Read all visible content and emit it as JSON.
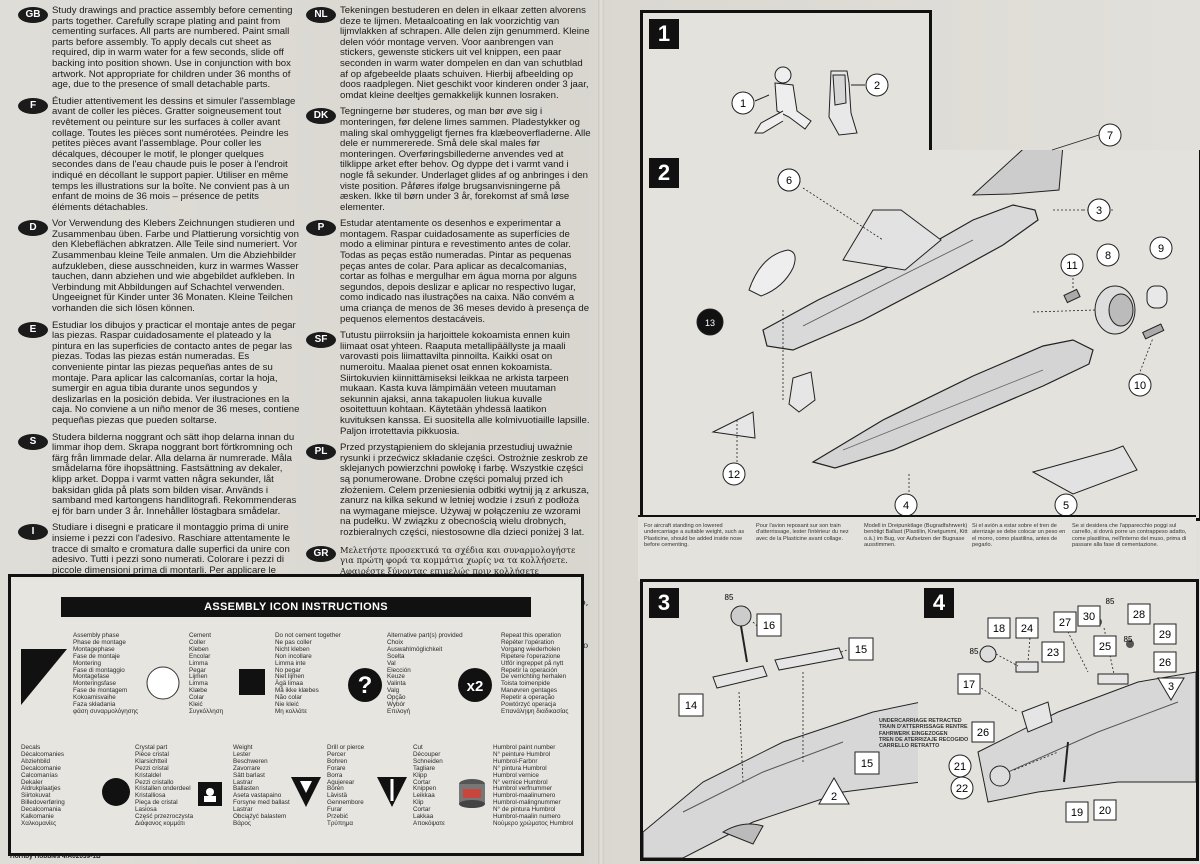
{
  "languages_left": [
    {
      "code": "GB",
      "text": "Study drawings and practice assembly before cementing parts together. Carefully scrape plating and paint from cementing surfaces. All parts are numbered. Paint small parts before assembly. To apply decals cut sheet as required, dip in warm water for a few seconds, slide off backing into position shown. Use in conjunction with box artwork. Not appropriate for children under 36 months of age, due to the presence of small detachable parts."
    },
    {
      "code": "F",
      "text": "Étudier attentivement les dessins et simuler l'assemblage avant de coller les pièces. Gratter soigneusement tout revêtement ou peinture sur les surfaces à coller avant collage. Toutes les pièces sont numérotées. Peindre les petites pièces avant l'assemblage. Pour coller les décalques, découper le motif, le plonger quelques secondes dans de l'eau chaude puis le poser à l'endroit indiqué en décollant le support papier. Utiliser en même temps les illustrations sur la boîte. Ne convient pas à un enfant de moins de 36 mois – présence de petits éléments détachables."
    },
    {
      "code": "D",
      "text": "Vor Verwendung des Klebers Zeichnungen studieren und Zusammenbau üben. Farbe und Plattierung vorsichtig von den Klebeflächen abkratzen. Alle Teile sind numeriert. Vor Zusammenbau kleine Teile anmalen. Um die Abziehbilder aufzukleben, diese ausschneiden, kurz in warmes Wasser tauchen, dann abziehen und wie abgebildet aufkleben. In Verbindung mit Abbildungen auf Schachtel verwenden. Ungeeignet für Kinder unter 36 Monaten. Kleine Teilchen vorhanden die sich lösen können."
    },
    {
      "code": "E",
      "text": "Estudiar los dibujos y practicar el montaje antes de pegar las piezas. Raspar cuidadosamente el plateado y la pintura en las superficies de contacto antes de pegar las piezas. Todas las piezas están numeradas. Es conveniente pintar las piezas pequeñas antes de su montaje. Para aplicar las calcomanías, cortar la hoja, sumergir en agua tibia durante unos segundos y deslizarlas en la posición debida. Ver ilustraciones en la caja. No conviene a un niño menor de 36 meses, contiene pequeñas piezas que pueden soltarse."
    },
    {
      "code": "S",
      "text": "Studera bilderna noggrant och sätt ihop delarna innan du limmar ihop dem. Skrapa noggrant bort förtkromning och färg från limmade delar. Alla delarna är numrerade. Måla smådelarna före ihopsättning. Fastsättning av dekaler, klipp arket. Doppa i varmt vatten några sekunder, låt baksidan glida på plats som bilden visar. Används i samband med kartongens handlitografi. Rekommenderas ej för barn under 3 år. Innehåller löstagbara smådelar."
    },
    {
      "code": "I",
      "text": "Studiare i disegni e praticare il montaggio prima di unire insieme i pezzi con l'adesivo. Raschiare attentamente le tracce di smalto e cromatura dalle superfici da unire con adesivo. Tutti i pezzi sono numerati. Colorare i pezzi di piccole dimensioni prima di montarli. Per applicare le decalcomanie, tagliare il foglio secondo il caso, immergere in acqua calda per alcuni secondi, quindi sfilare la decalcomania dalla carta di supporto e piazzarla nella posizione indicata. Usare in congiunzione con l'illustrazione sulla scatola. Non adatto ad un bambino di età inferiore ai 36 mesi dovuto alla presenza di piccoli elementi staccabili."
    }
  ],
  "languages_right": [
    {
      "code": "NL",
      "text": "Tekeningen bestuderen en delen in elkaar zetten alvorens deze te lijmen. Metaalcoating en lak voorzichtig van lijmvlakken af schrapen. Alle delen zijn genummerd. Kleine delen vóór montage verven. Voor aanbrengen van stickers, gewenste stickers uit vel knippen, een paar seconden in warm water dompelen en dan van schutblad af op afgebeelde plaats schuiven. Hierbij afbeelding op doos raadplegen. Niet geschikt voor kinderen onder 3 jaar, omdat kleine deeltjes gemakkelijk kunnen losraken."
    },
    {
      "code": "DK",
      "text": "Tegningerne bør studeres, og man bør øve sig i monteringen, før delene limes sammen. Pladestykker og maling skal omhyggeligt fjernes fra klæbeoverfladerne. Alle dele er nummererede. Små dele skal males før monteringen. Overføringsbillederne anvendes ved at tilklippe arket efter behov. Og dyppe det i varmt vand i nogle få sekunder. Underlaget glides af og anbringes i den viste position. Påføres ifølge brugsanvisningerne på æsken. Ikke til børn under 3 år, forekomst af små løse elementer."
    },
    {
      "code": "P",
      "text": "Estudar atentamente os desenhos e experimentar a montagem. Raspar cuidadosamente as superfícies de modo a eliminar pintura e revestimento antes de colar. Todas as peças estão numeradas. Pintar as pequenas peças antes de colar. Para aplicar as decalcomanias, cortar as folhas e mergulhar em água morna por alguns segundos, depois deslizar e aplicar no respectivo lugar, como indicado nas ilustrações na caixa. Não convém a uma criança de menos de 36 meses devido à presença de pequenos elementos destacáveis."
    },
    {
      "code": "SF",
      "text": "Tutustu piirroksiin ja harjoittele kokoamista ennen kuin liimaat osat yhteen. Raaputa metallipäällyste ja maali varovasti pois liimattavilta pinnoilta. Kaikki osat on numeroitu. Maalaa pienet osat ennen kokoamista. Siirtokuvien kiinnittämiseksi leikkaa ne arkista tarpeen mukaan. Kasta kuva lämpimään veteen muutaman sekunnin ajaksi, anna takapuolen liukua kuvalle osoitettuun kohtaan. Käytetään yhdessä laatikon kuvituksen kanssa. Ei suositella alle kolmivuotiaille lapsille. Paljon irrotettavia pikkuosia."
    },
    {
      "code": "PL",
      "text": "Przed przystąpieniem do sklejania przestudiuj uważnie rysunki i przećwicz składanie części. Ostrożnie zeskrob ze sklejanych powierzchni powłokę i farbę. Wszystkie części są ponumerowane. Drobne części pomaluj przed ich złożeniem. Celem przeniesienia odbitki wytnij ją z arkusza, zanurz na kilka sekund w letniej wodzie i zsuń z podłoża na wymagane miejsce. Używaj w połączeniu ze wzorami na pudełku. W związku z obecnością wielu drobnych, rozbieralnych części, niestosowne dla dzieci poniżej 3 lat."
    },
    {
      "code": "GR",
      "text": "Μελετήστε προσεκτικά τα σχέδια και συναρμολογήστε για πρώτη φορά τα κομμάτια χωρίς να τα κολλήσετε. Αφαιρέστε ξύνοντας επιμελώς πριν κολλήσετε οποιοδήποτε υλικό από τις επιφάνειες. Χρωματίστε τα μικρά κομμάτια πριν από τη συναρμολόγηση. Για να κολλήσετε τις χαλκομανίες, κόψετε γύρω γύρω το σχέδιο, βυθίστε το μερικά δευτερόλεπτα σε ζεστό νερό και μετά τοποθετήστε την στη θέση που υποδεικνύεται, αφαιρώντας την καλυπτική μεμβράνη. Λάβετε υπόψη σας ταυτόχρονα την εικονογράφηση του κουτιού. Ακατάλληλο για παιδιά ηλικίας κάτω των 36 μηνών. Υπάρχουν μικρά κομμάτια που αποσπώνται."
    }
  ],
  "icons": {
    "header": "ASSEMBLY ICON INSTRUCTIONS",
    "phase": [
      "Assembly phase",
      "Phase de montage",
      "Montagephase",
      "Fase de montaje",
      "Montering",
      "Fase di montaggio",
      "Montagefase",
      "Monteringsfase",
      "Fase de montagem",
      "Kokoamisvaihe",
      "Faza składania",
      "φάση συναρμολόγησης"
    ],
    "cement": [
      "Cement",
      "Coller",
      "Kleben",
      "Encolar",
      "Limma",
      "Pegar",
      "Lijmen",
      "Limma",
      "Klæbe",
      "Colar",
      "Kleić",
      "Συγκόλληση"
    ],
    "nocement": [
      "Do not cement together",
      "Ne pas coller",
      "Nicht kleben",
      "Non incollare",
      "Limma inte",
      "No pegar",
      "Niet lijmen",
      "Ägä limaa",
      "Må ikke klæbes",
      "Não colar",
      "Nie kleić",
      "Μη κολλάτε"
    ],
    "alternative": [
      "Alternative part(s) provided",
      "Choix",
      "Auswahlmöglichkeit",
      "Scelta",
      "Val",
      "Elección",
      "Keuze",
      "Valinta",
      "Valg",
      "Opção",
      "Wybór",
      "Επιλογή"
    ],
    "repeat": [
      "Repeat this operation",
      "Répéter l'opération",
      "Vorgang wiederholen",
      "Ripetere l'operazione",
      "Utför ingreppet på nytt",
      "Repetir la operación",
      "De verrichting herhalen",
      "Toista toimenpide",
      "Manøvren gentages",
      "Repetir a operação",
      "Powtórzyć operacja",
      "Επανάληψη διαδικασίας"
    ],
    "repeat_symbol": "x2",
    "decals": [
      "Decals",
      "Décalcomanies",
      "Abziehbild",
      "Decalcomanie",
      "Calcomanías",
      "Dekaler",
      "Aldrukplaatjes",
      "Siirtokuvat",
      "Billedoverføring",
      "Decalcomania",
      "Kalkomanie",
      "Χαλκομανίες"
    ],
    "crystal": [
      "Crystal part",
      "Pièce cristal",
      "Klarsichtteil",
      "Pezzi cristal",
      "Kristaldel",
      "Pezzi cristallo",
      "Kristallen onderdeel",
      "Kristalliosa",
      "Pieça de cristal",
      "Lasiosa",
      "Część przezroczysta",
      "Διάφανος κομμάτι"
    ],
    "weight": [
      "Weight",
      "Lester",
      "Beschweren",
      "Zavorrare",
      "Sätt barlast",
      "Lastrar",
      "Ballasten",
      "Asetа vastapaino",
      "Forsyne med ballast",
      "Lastrar",
      "Obciążyć balastem",
      "Βάρος"
    ],
    "drill": [
      "Drill or pierce",
      "Percer",
      "Bohren",
      "Forare",
      "Borra",
      "Agujerear",
      "Boren",
      "Lävistä",
      "Gennembore",
      "Furar",
      "Przebić",
      "Τρύπημα"
    ],
    "cut": [
      "Cut",
      "Découper",
      "Schneiden",
      "Tagliare",
      "Klipp",
      "Cortar",
      "Knippen",
      "Leikkaa",
      "Klip",
      "Cortar",
      "Lakkaa",
      "Αποκόψατε"
    ],
    "paint": [
      "Humbrol paint number",
      "N° peinture Humbrol",
      "Humbrol-Farbnr",
      "N° pintura Humbrol",
      "Humbrol vernice",
      "N° vernice Humbrol",
      "Humbrol verfnummer",
      "Humbrol-maalinumero",
      "Humbrol-malingnummer",
      "N° de pintura Humbrol",
      "Humbrol-maalin numero",
      "Νούμερο χρώματος Humbrol"
    ],
    "footer": "Hornby Hobbies 4/A02039-1B"
  },
  "steps": {
    "s1": "1",
    "s2": "2",
    "s3": "3",
    "s4": "4",
    "parts": [
      "1",
      "2",
      "3",
      "4",
      "5",
      "6",
      "7",
      "8",
      "9",
      "10",
      "11",
      "12",
      "13"
    ],
    "parts3": [
      "16",
      "15",
      "14",
      "15",
      "2"
    ],
    "parts4": [
      "18",
      "24",
      "27",
      "30",
      "28",
      "29",
      "85",
      "85",
      "25",
      "23",
      "26",
      "17",
      "3",
      "26",
      "21",
      "22",
      "19",
      "20",
      "85"
    ],
    "label_85": "85",
    "undercarriage": [
      "UNDERCARRIAGE RETRACTED",
      "TRAIN D'ATTERRISSAGE RENTRE",
      "FAHRWERK EINGEZOGEN",
      "TREN DE ATERRIZAJE RECOGIDO",
      "CARRELLO RETRATTO"
    ]
  },
  "notes": [
    "For aircraft standing on lowered undercarriage a suitable weight, such as Plasticine, should be added inside nose before cementing.",
    "Pour l'avion reposant sur son train d'atterrissage, lester l'intérieur du nez avec de la Plasticine avant collage.",
    "Modell in Dreipunktlage (Bugradfahrwerk) benötigt Ballast (Plastilin, Knetgummi, Kitt o.ä.) im Bug, vor Aufsetzen der Bugnase ausstimmen.",
    "Si el avión a estar sobre el tren de aterrizaje se debe colocar un peso en el morro, como plastilina, antes de pegarlo.",
    "Se si desidera che l'apparecchio poggi sul carrello, si dovrà porre un contrappeso adatto, come plastilina, nell'interno del muso, prima di passare alla fase di cementazione."
  ]
}
